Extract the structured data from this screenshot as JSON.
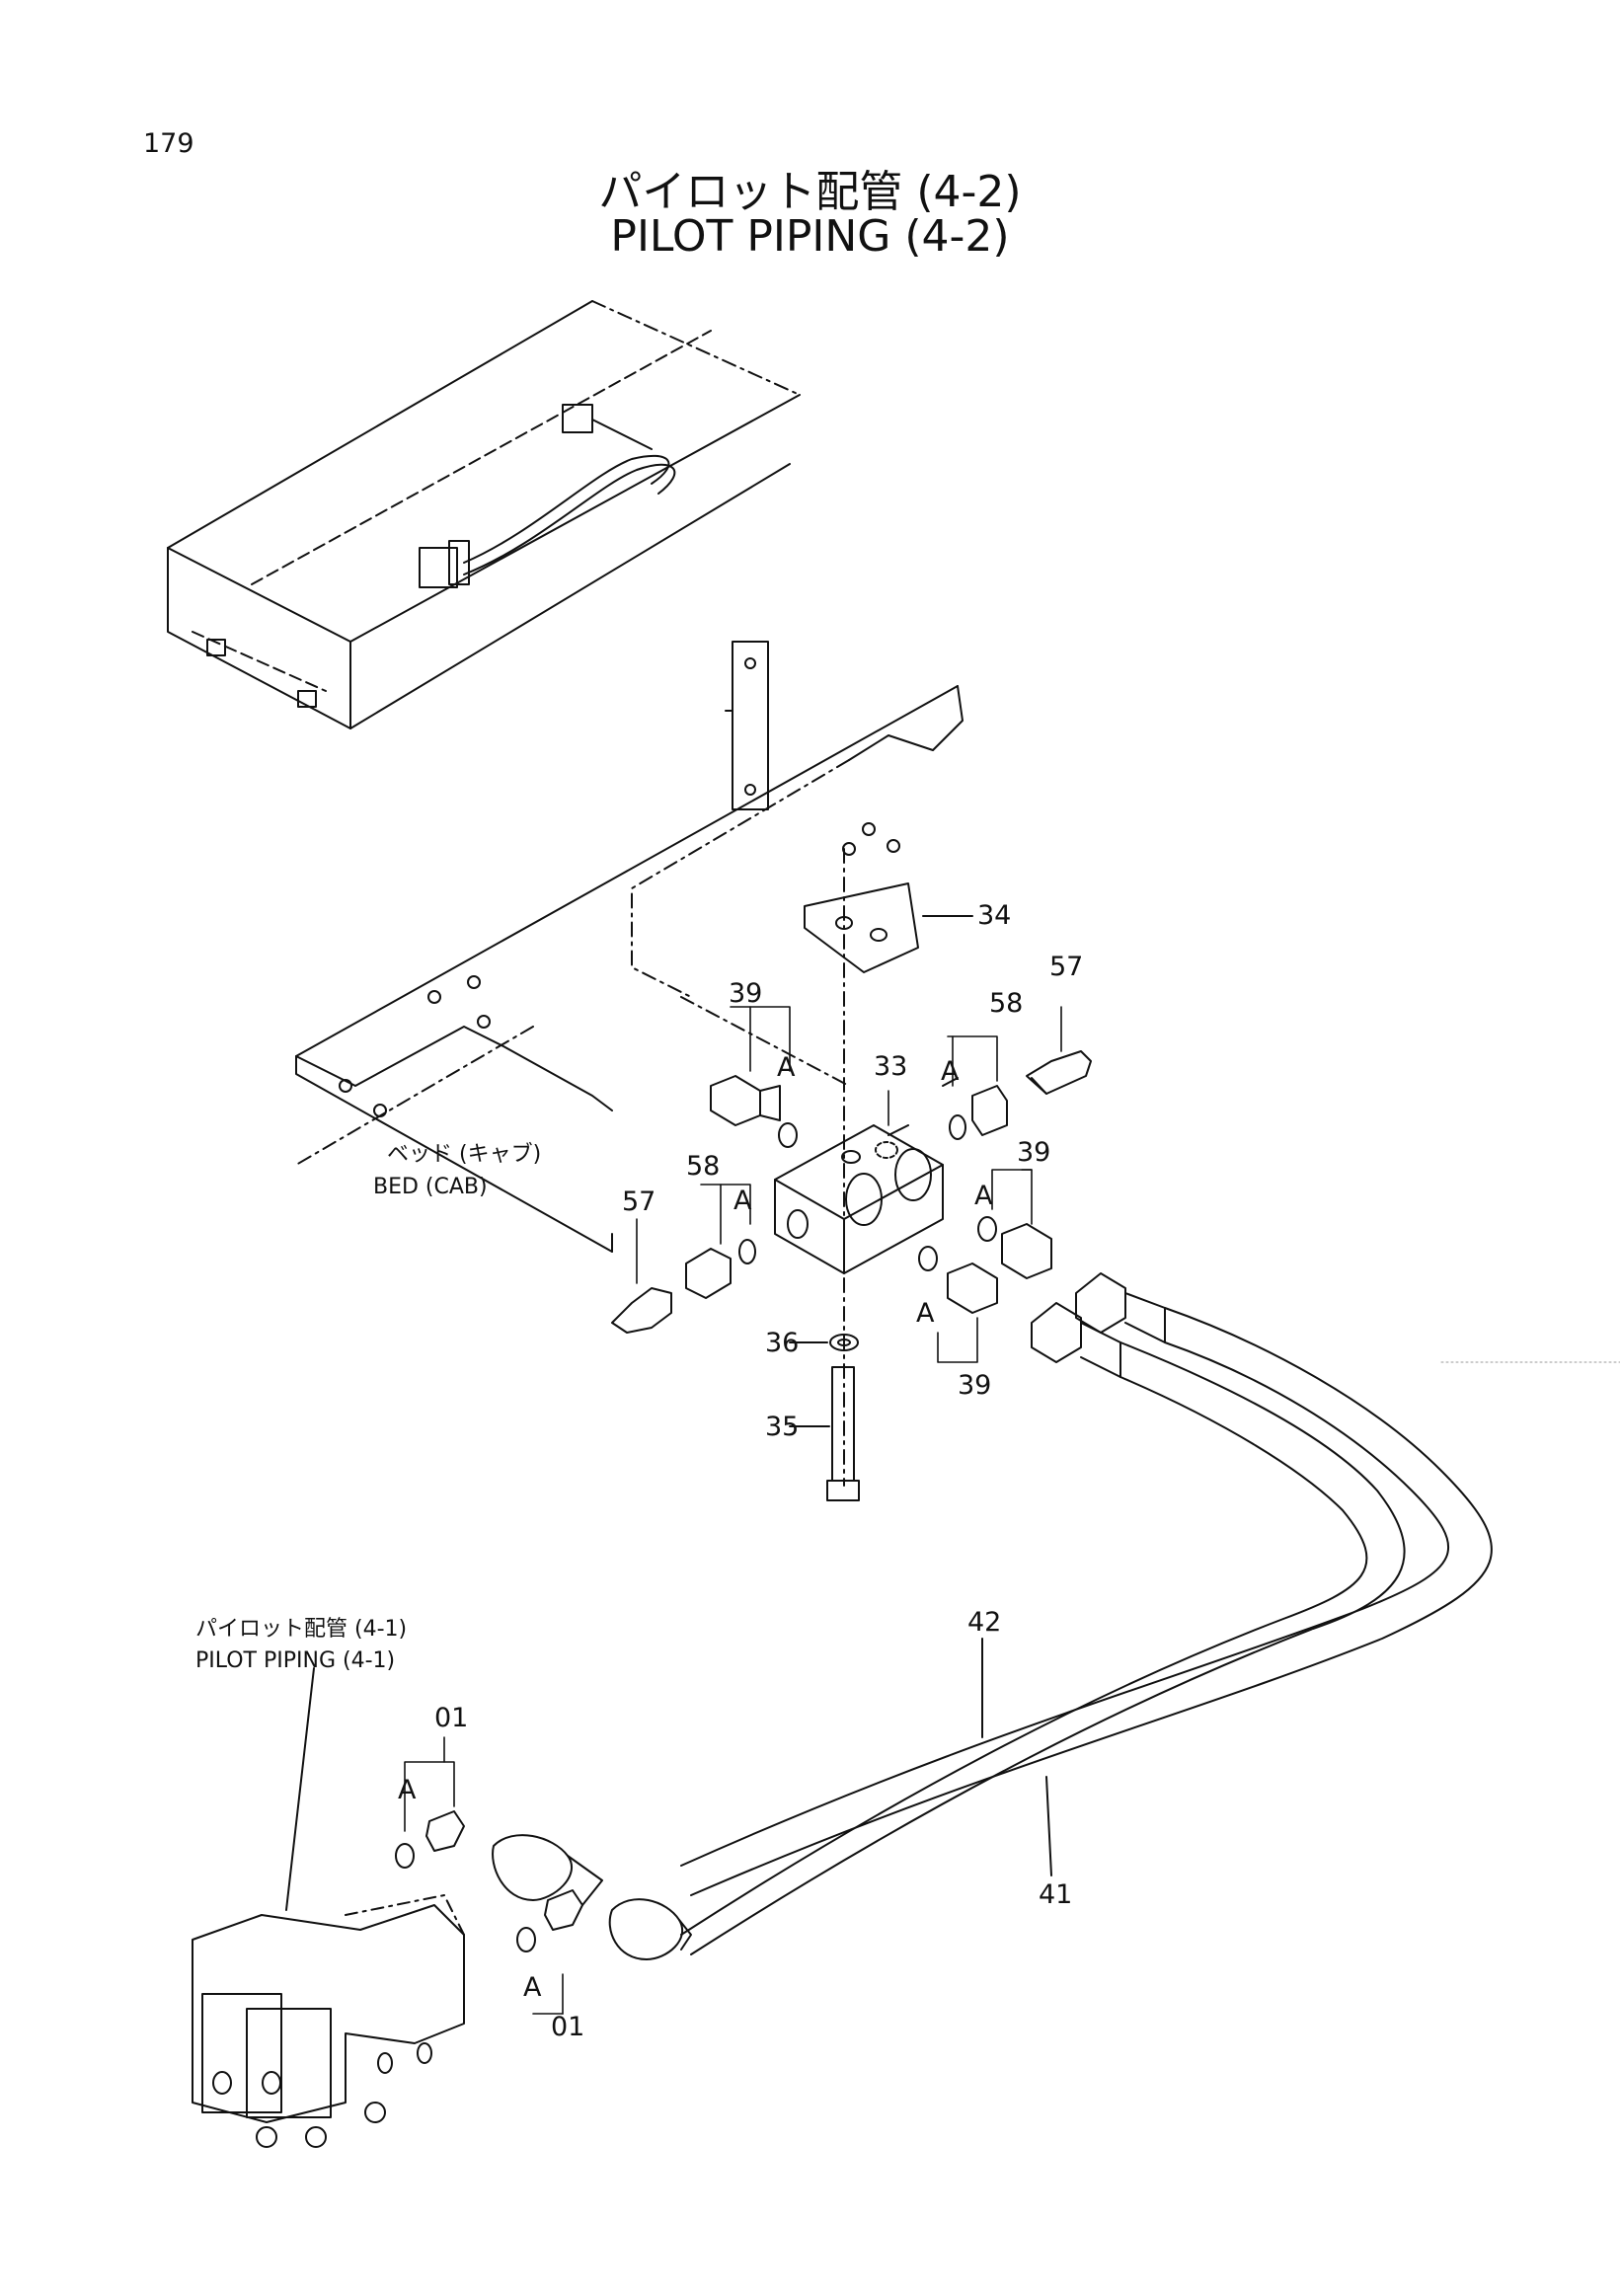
{
  "page": {
    "number": "179"
  },
  "title": {
    "ja": "パイロット配管 (4-2)",
    "en": "PILOT PIPING (4-2)"
  },
  "captions": {
    "bed_ja": "ベッド (キャブ)",
    "bed_en": "BED (CAB)",
    "ref_ja": "パイロット配管 (4-1)",
    "ref_en": "PILOT PIPING (4-1)"
  },
  "callouts": {
    "p34": "34",
    "p57a": "57",
    "p58a": "58",
    "p39a": "39",
    "p33": "33",
    "p57b": "57",
    "p58b": "58",
    "p39b": "39",
    "p39c": "39",
    "p36": "36",
    "p35": "35",
    "p42": "42",
    "p41": "41",
    "p01a": "01",
    "p01b": "01",
    "a1": "A",
    "a2": "A",
    "a3": "A",
    "a4": "A",
    "a5": "A",
    "a6": "A",
    "a7": "A"
  }
}
